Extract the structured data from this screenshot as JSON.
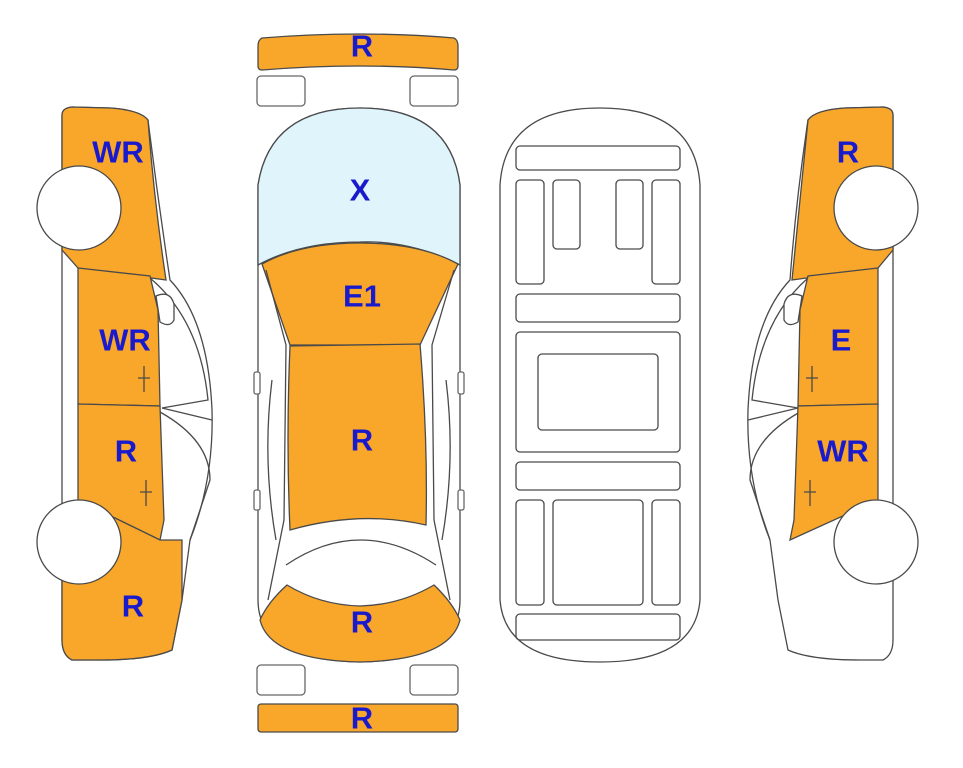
{
  "colors": {
    "damaged": "#f9a72b",
    "glass": "#dff4fb",
    "label": "#1a1acd",
    "outline": "#4a4a4a"
  },
  "labels": {
    "front_bumper": "R",
    "rear_bumper": "R",
    "windshield": "X",
    "hood": "E1",
    "roof": "R",
    "trunk": "R",
    "left_front_fender": "WR",
    "left_front_door": "WR",
    "left_rear_door": "R",
    "left_rear_quarter": "R",
    "right_rear_quarter": "R",
    "right_rear_door": "E",
    "right_front_door": "WR"
  }
}
